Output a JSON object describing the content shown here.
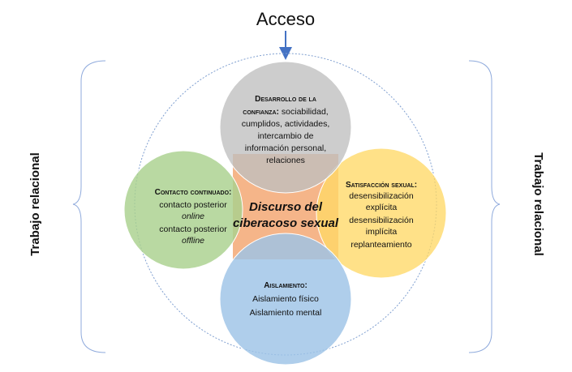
{
  "top_label": "Acceso",
  "side_label_left": "Trabajo relacional",
  "side_label_right": "Trabajo relacional",
  "center": {
    "line1": "Discurso del",
    "line2": "ciberacoso sexual",
    "color": "#F4B183"
  },
  "circles": {
    "top": {
      "color": "#BFBFBF",
      "title1": "Desarrollo de la",
      "title2": "confianza:",
      "rest2": " sociabilidad,",
      "lines": [
        "cumplidos, actividades,",
        "intercambio de",
        "información personal,",
        "relaciones"
      ]
    },
    "left": {
      "color": "#A9D18E",
      "title": "Contacto continuado:",
      "lines": [
        "contacto posterior",
        "online",
        "contacto posterior",
        "offline"
      ]
    },
    "right": {
      "color": "#FFD966",
      "title": "Satisfacción sexual:",
      "lines": [
        "desensibilización",
        "explícita",
        "desensibilización",
        "implícita",
        "replanteamiento"
      ]
    },
    "bottom": {
      "color": "#9DC3E6",
      "title": "Aislamiento:",
      "lines": [
        "Aislamiento físico",
        "Aislamiento mental"
      ]
    }
  },
  "colors": {
    "arrow": "#4472C4",
    "dotted_circle": "#7F9FD0",
    "brace": "#8FAADC"
  }
}
